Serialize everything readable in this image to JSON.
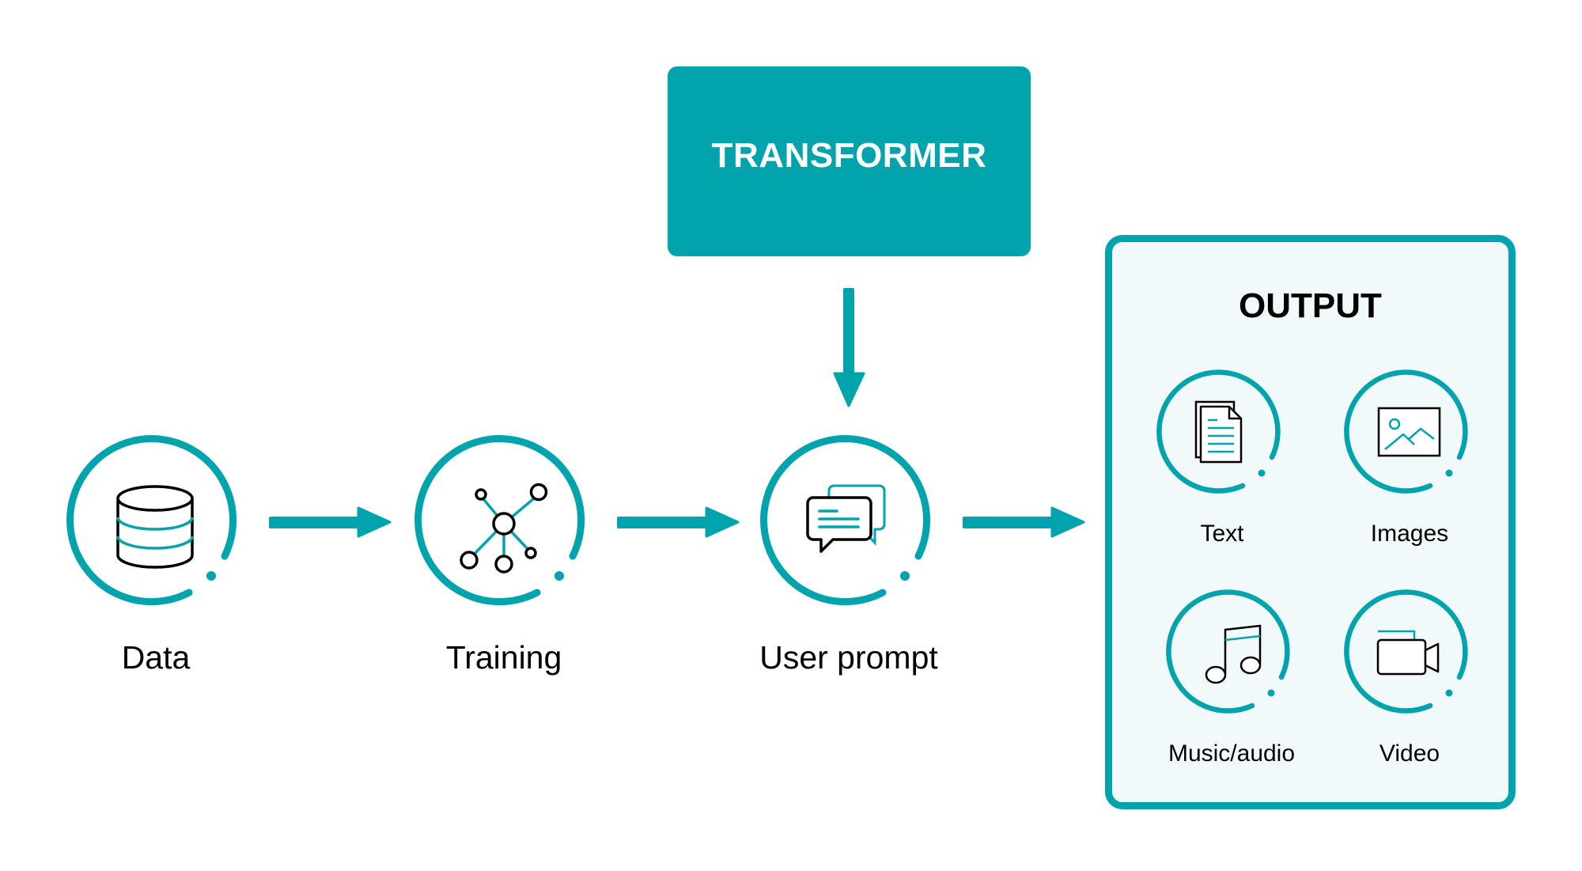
{
  "colors": {
    "accent": "#01a3ad",
    "output_bg": "#f1f9fb",
    "ink": "#000000"
  },
  "transformer": {
    "label": "TRANSFORMER"
  },
  "pipeline": [
    {
      "label": "Data",
      "icon": "database-icon"
    },
    {
      "label": "Training",
      "icon": "network-nodes-icon"
    },
    {
      "label": "User prompt",
      "icon": "chat-bubbles-icon"
    }
  ],
  "output": {
    "title": "OUTPUT",
    "items": [
      {
        "label": "Text",
        "icon": "document-icon"
      },
      {
        "label": "Images",
        "icon": "image-icon"
      },
      {
        "label": "Music/audio",
        "icon": "music-note-icon"
      },
      {
        "label": "Video",
        "icon": "video-camera-icon"
      }
    ]
  }
}
